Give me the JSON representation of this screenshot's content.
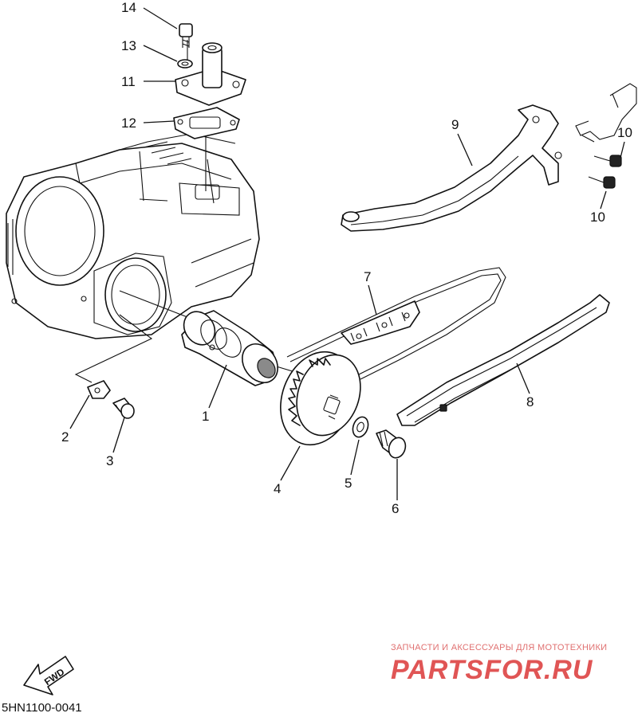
{
  "diagram": {
    "callouts": [
      {
        "label": "14"
      },
      {
        "label": "13"
      },
      {
        "label": "11"
      },
      {
        "label": "12"
      },
      {
        "label": "9"
      },
      {
        "label": "10"
      },
      {
        "label": "10"
      },
      {
        "label": "7"
      },
      {
        "label": "8"
      },
      {
        "label": "1"
      },
      {
        "label": "2"
      },
      {
        "label": "3"
      },
      {
        "label": "4"
      },
      {
        "label": "5"
      },
      {
        "label": "6"
      }
    ],
    "fwd_label": "FWD",
    "drawing_code": "5HN1100-0041"
  },
  "watermark": {
    "tagline": "ЗАПЧАСТИ И АКСЕССУАРЫ ДЛЯ МОТОТЕХНИКИ",
    "logo": "PARTSFOR.RU",
    "color": "#e05555"
  }
}
